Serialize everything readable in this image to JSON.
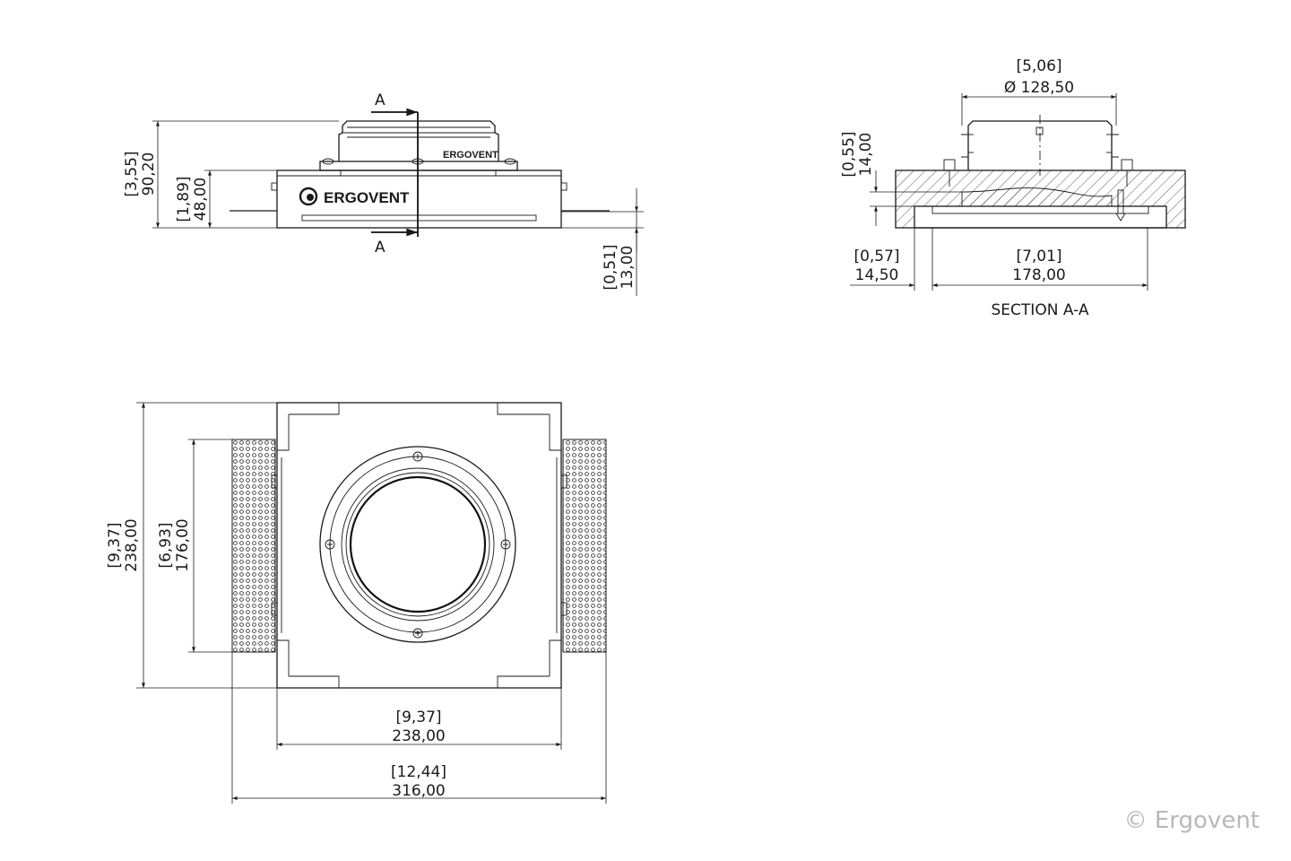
{
  "brand_label": "ERGOVENT",
  "front_view": {
    "section_marker_top": "A",
    "section_marker_bottom": "A",
    "dim_total_height": {
      "inch": "[3,55]",
      "mm": "90,20"
    },
    "dim_body_height": {
      "inch": "[1,89]",
      "mm": "48,00"
    },
    "dim_flange_offset": {
      "inch": "[0,51]",
      "mm": "13,00"
    }
  },
  "section_view": {
    "caption": "SECTION A-A",
    "dim_collar_diameter": {
      "inch": "[5,06]",
      "mm": "Ø 128,50"
    },
    "dim_plate_depth": {
      "inch": "[0,55]",
      "mm": "14,00"
    },
    "dim_rim": {
      "inch": "[0,57]",
      "mm": "14,50"
    },
    "dim_opening": {
      "inch": "[7,01]",
      "mm": "178,00"
    }
  },
  "top_view": {
    "dim_box_height": {
      "inch": "[9,37]",
      "mm": "238,00"
    },
    "dim_grille_height": {
      "inch": "[6,93]",
      "mm": "176,00"
    },
    "dim_box_width": {
      "inch": "[9,37]",
      "mm": "238,00"
    },
    "dim_overall_width": {
      "inch": "[12,44]",
      "mm": "316,00"
    }
  },
  "copyright": "© Ergovent"
}
